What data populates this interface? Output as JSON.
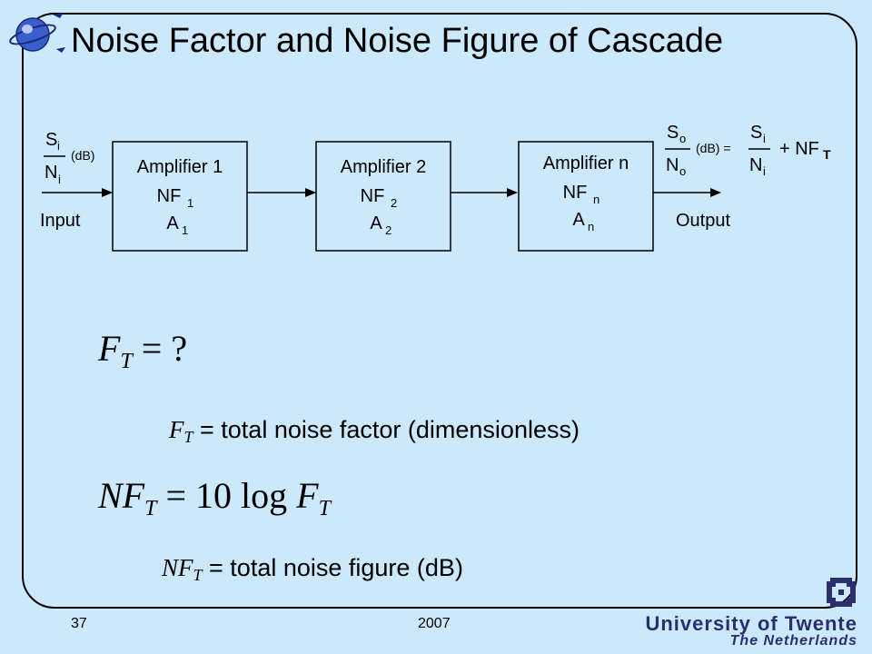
{
  "slide": {
    "title": "Noise Factor and Noise Figure of Cascade",
    "page_number": "37",
    "year": "2007"
  },
  "diagram": {
    "input_label": "Input",
    "output_label": "Output",
    "input_ratio": {
      "num": "S",
      "num_sub": "i",
      "den": "N",
      "den_sub": "i",
      "unit": "(dB)"
    },
    "output_eq": {
      "num": "S",
      "num_sub": "o",
      "den": "N",
      "den_sub": "o",
      "unit": "(dB) =",
      "rhs_num": "S",
      "rhs_num_sub": "i",
      "rhs_den": "N",
      "rhs_den_sub": "i",
      "plus": "+ NF",
      "plus_sub": "T"
    },
    "blocks": [
      {
        "name": "Amplifier 1",
        "nf": "NF",
        "nf_sub": "1",
        "a": "A",
        "a_sub": "1"
      },
      {
        "name": "Amplifier 2",
        "nf": "NF",
        "nf_sub": "2",
        "a": "A",
        "a_sub": "2"
      },
      {
        "name": "Amplifier n",
        "nf": "NF",
        "nf_sub": "n",
        "a": "A",
        "a_sub": "n"
      }
    ]
  },
  "equations": {
    "eq1_lhs": "F",
    "eq1_sub": "T",
    "eq1_rhs": "= ?",
    "def1_sym": "F",
    "def1_sub": "T",
    "def1_text": " = total noise factor (dimensionless)",
    "eq2_lhs": "NF",
    "eq2_sub": "T",
    "eq2_mid": "= 10 log ",
    "eq2_f": "F",
    "eq2_fsub": "T",
    "def2_sym": "NF",
    "def2_sub": "T",
    "def2_text": " = total noise figure (dB)"
  },
  "logo": {
    "name": "University of Twente",
    "subtitle": "The Netherlands",
    "colors": {
      "primary": "#2b2f6e",
      "background": "#cce8fb"
    }
  }
}
